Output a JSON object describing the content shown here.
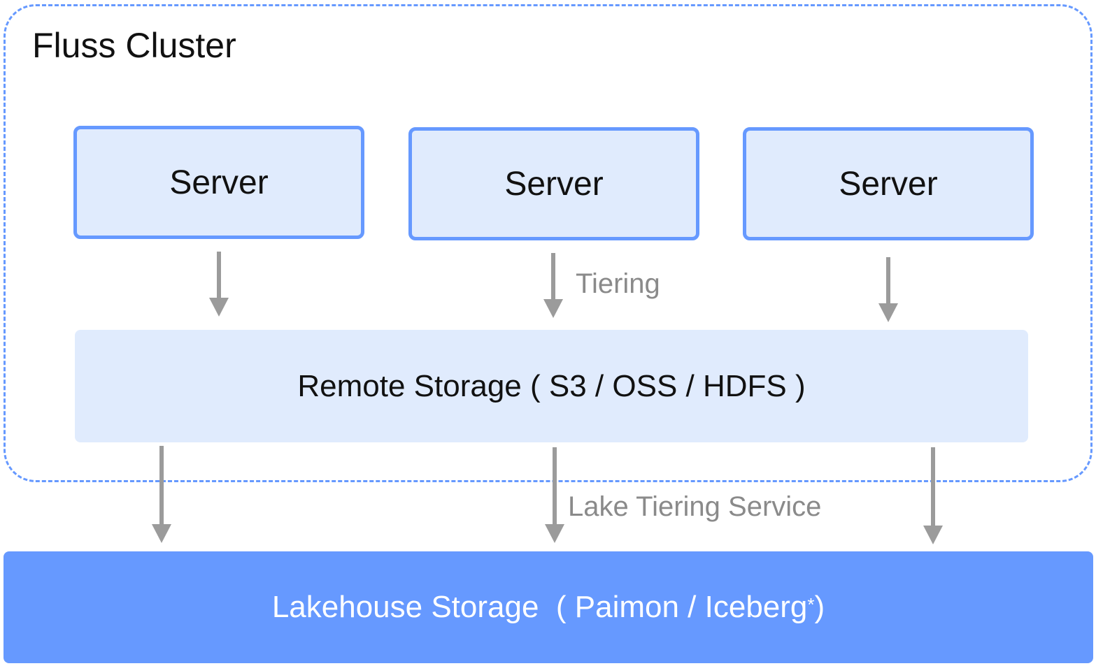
{
  "cluster": {
    "title": "Fluss Cluster"
  },
  "servers": [
    {
      "label": "Server"
    },
    {
      "label": "Server"
    },
    {
      "label": "Server"
    }
  ],
  "tiering_label": "Tiering",
  "remote_storage": {
    "label": "Remote Storage ( S3 / OSS / HDFS )"
  },
  "lake_tiering_label": "Lake Tiering Service",
  "lakehouse_storage": {
    "label_main": "Lakehouse Storage  ( Paimon / Iceberg",
    "asterisk": "*",
    "label_close": ")"
  },
  "colors": {
    "accent": "#6699ff",
    "light_fill": "#e0ebfd",
    "arrow": "#9b9b9b"
  }
}
